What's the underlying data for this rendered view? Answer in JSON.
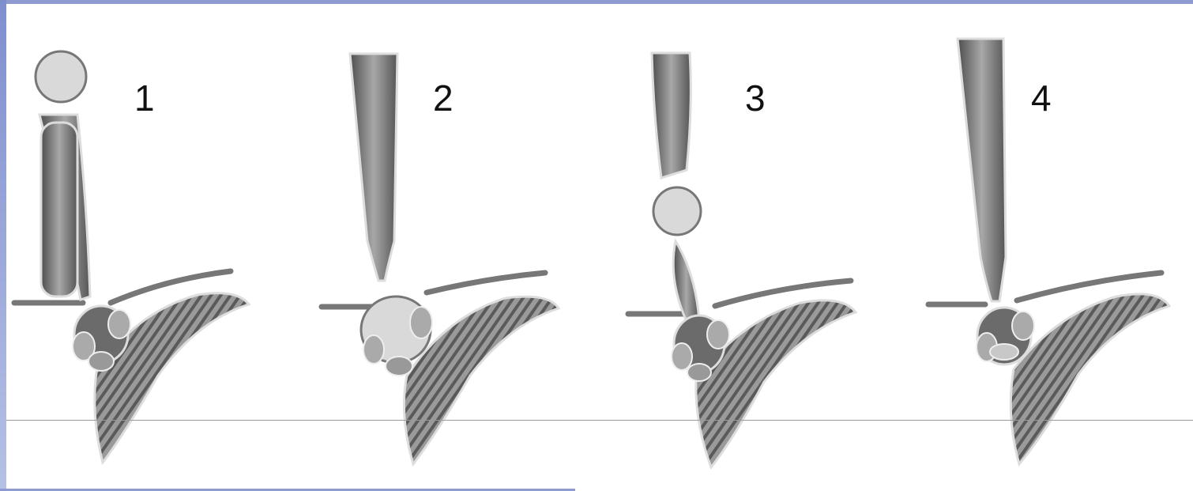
{
  "panels": [
    {
      "number": "1",
      "stage": "bolus-in-upper-esophagus"
    },
    {
      "number": "2",
      "stage": "bolus-in-stomach"
    },
    {
      "number": "3",
      "stage": "bolus-mid-esophagus"
    },
    {
      "number": "4",
      "stage": "esophagus-empty"
    }
  ],
  "colors": {
    "accent": "#8f9ad0",
    "muscle_dark": "#5a5a5a",
    "muscle_light": "#bdbdbd",
    "bolus": "#d9d9d9"
  },
  "icons": [
    "esophagus-illustration",
    "stomach-illustration",
    "diaphragm-illustration",
    "food-bolus-icon"
  ]
}
